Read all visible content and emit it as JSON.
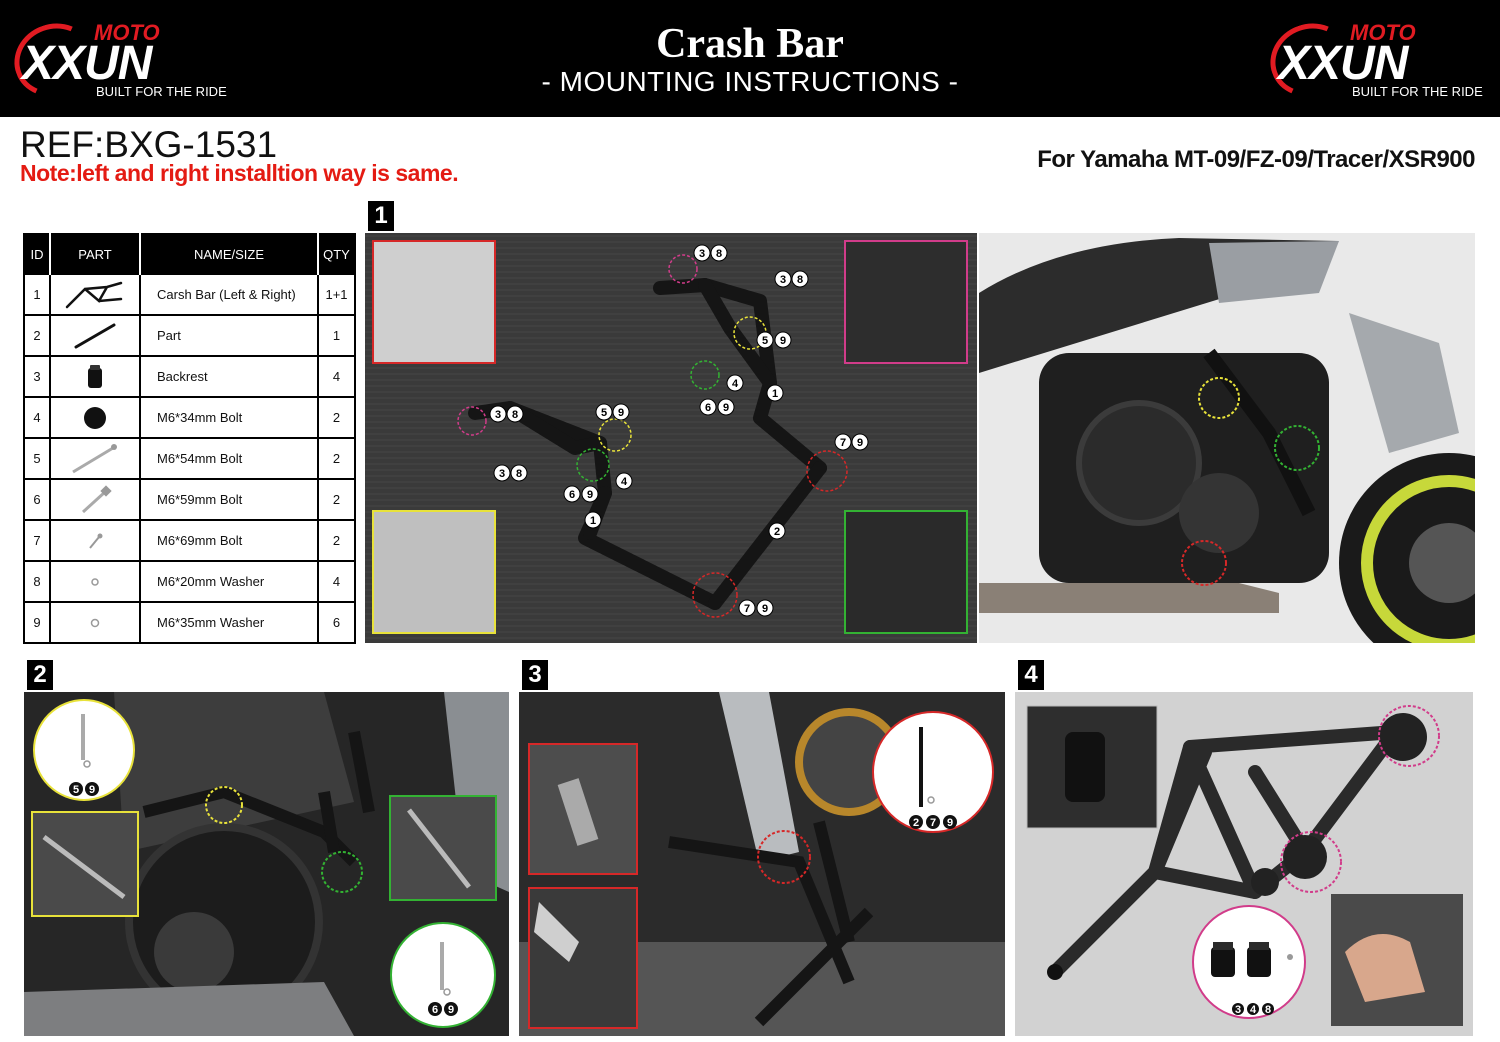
{
  "header": {
    "title": "Crash Bar",
    "subtitle": "- MOUNTING INSTRUCTIONS -",
    "logo_moto": "MOTO",
    "logo_brand": "XXUN",
    "logo_tagline": "BUILT FOR THE RIDE"
  },
  "ref": "REF:BXG-1531",
  "note": "Note:left and right installtion way is same.",
  "fitment": "For Yamaha MT-09/FZ-09/Tracer/XSR900",
  "parts_table": {
    "headers": [
      "ID",
      "PART",
      "NAME/SIZE",
      "QTY"
    ],
    "rows": [
      {
        "id": "1",
        "name": "Carsh Bar (Left & Right)",
        "qty": "1+1",
        "icon": "crash-bar-icon"
      },
      {
        "id": "2",
        "name": "Part",
        "qty": "1",
        "icon": "rod-icon"
      },
      {
        "id": "3",
        "name": "Backrest",
        "qty": "4",
        "icon": "slider-icon"
      },
      {
        "id": "4",
        "name": "M6*34mm Bolt",
        "qty": "2",
        "icon": "bolt-head-icon"
      },
      {
        "id": "5",
        "name": "M6*54mm Bolt",
        "qty": "2",
        "icon": "long-bolt-icon"
      },
      {
        "id": "6",
        "name": "M6*59mm Bolt",
        "qty": "2",
        "icon": "bolt-icon"
      },
      {
        "id": "7",
        "name": "M6*69mm Bolt",
        "qty": "2",
        "icon": "small-bolt-icon"
      },
      {
        "id": "8",
        "name": "M6*20mm Washer",
        "qty": "4",
        "icon": "washer-icon"
      },
      {
        "id": "9",
        "name": "M6*35mm Washer",
        "qty": "6",
        "icon": "washer-icon"
      }
    ]
  },
  "steps": {
    "step1": "1",
    "step2": "2",
    "step3": "3",
    "step4": "4"
  },
  "callouts": {
    "step1": [
      {
        "label": "38"
      },
      {
        "label": "38"
      },
      {
        "label": "59"
      },
      {
        "label": "4"
      },
      {
        "label": "69"
      },
      {
        "label": "1"
      },
      {
        "label": "38"
      },
      {
        "label": "59"
      },
      {
        "label": "38"
      },
      {
        "label": "69"
      },
      {
        "label": "4"
      },
      {
        "label": "1"
      },
      {
        "label": "79"
      },
      {
        "label": "2"
      },
      {
        "label": "79"
      }
    ],
    "step2_yellow": "59",
    "step2_green": "69",
    "step3": "279",
    "step4": "348"
  },
  "colors": {
    "header_bg": "#000000",
    "accent_red": "#e41b13",
    "callout_yellow": "#e8e23a",
    "callout_green": "#33b233",
    "callout_pink": "#d13c8a"
  }
}
